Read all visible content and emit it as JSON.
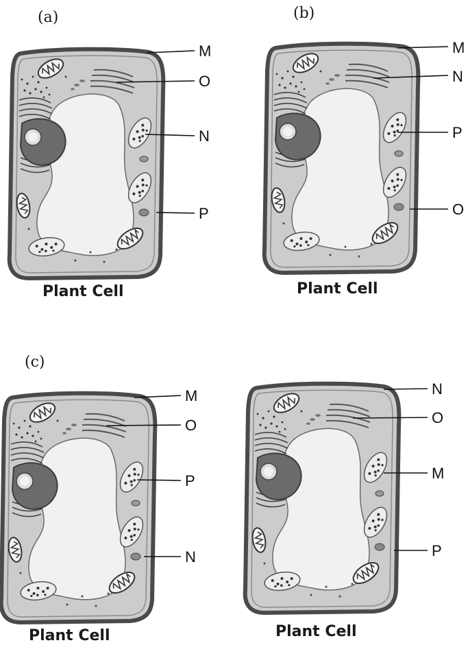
{
  "panels": [
    {
      "option": "(a)",
      "caption": "Plant Cell",
      "labels": [
        "M",
        "O",
        "N",
        "P"
      ]
    },
    {
      "option": "(b)",
      "caption": "Plant Cell",
      "labels": [
        "M",
        "N",
        "P",
        "O"
      ]
    },
    {
      "option": "(c)",
      "caption": "Plant Cell",
      "labels": [
        "M",
        "O",
        "P",
        "N"
      ]
    },
    {
      "option": "",
      "caption": "Plant Cell",
      "labels": [
        "N",
        "O",
        "M",
        "P"
      ]
    }
  ],
  "colors": {
    "cell_wall": "#4a4a4a",
    "cytoplasm": "#c9c9c9",
    "vacuole": "#f2f2f2",
    "nucleus": "#6b6b6b",
    "organelle_dark": "#3a3a3a"
  }
}
